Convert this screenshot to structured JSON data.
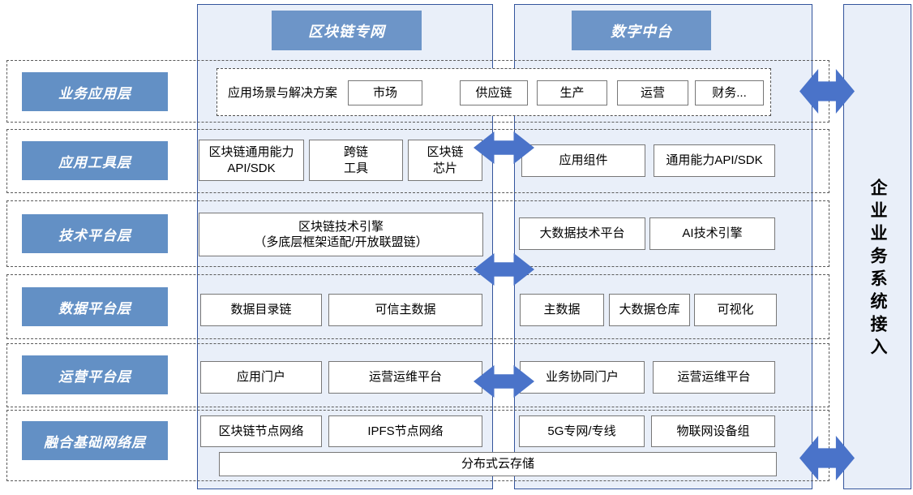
{
  "headers": {
    "left": "区块链专网",
    "right": "数字中台"
  },
  "right_bar": {
    "label": "企业业务系统接入"
  },
  "rows": {
    "r1": {
      "label": "业务应用层",
      "panel_label": "应用场景与解决方案",
      "boxes": [
        "市场",
        "供应链",
        "生产",
        "运营",
        "财务..."
      ]
    },
    "r2": {
      "label": "应用工具层",
      "left": [
        "区块链通用能力\nAPI/SDK",
        "跨链\n工具",
        "区块链\n芯片"
      ],
      "right": [
        "应用组件",
        "通用能力API/SDK"
      ]
    },
    "r3": {
      "label": "技术平台层",
      "left": [
        "区块链技术引擎\n（多底层框架适配/开放联盟链）"
      ],
      "right": [
        "大数据技术平台",
        "AI技术引擎"
      ]
    },
    "r4": {
      "label": "数据平台层",
      "left": [
        "数据目录链",
        "可信主数据"
      ],
      "right": [
        "主数据",
        "大数据仓库",
        "可视化"
      ]
    },
    "r5": {
      "label": "运营平台层",
      "left": [
        "应用门户",
        "运营运维平台"
      ],
      "right": [
        "业务协同门户",
        "运营运维平台"
      ]
    },
    "r6": {
      "label": "融合基础网络层",
      "left": [
        "区块链节点网络",
        "IPFS节点网络"
      ],
      "right": [
        "5G专网/专线",
        "物联网设备组"
      ]
    },
    "bottom": "分布式云存储"
  },
  "colors": {
    "header_blue": "#6d95c8",
    "label_blue": "#6390c5",
    "arrow_blue": "#4a73c9",
    "panel_fill": "#e9eff9",
    "panel_border": "#33549c",
    "dashed_gray": "#5a5a5a"
  }
}
